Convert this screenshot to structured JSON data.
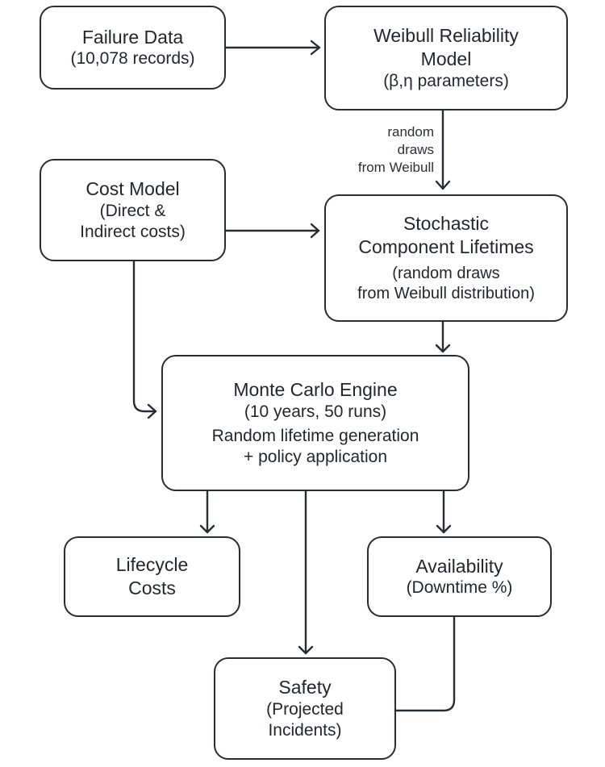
{
  "diagram": {
    "type": "flowchart",
    "colors": {
      "stroke": "#262d35",
      "text": "#1f262e",
      "background": "#ffffff"
    },
    "nodes": {
      "failure_data": {
        "title": "Failure Data",
        "subtitle": "(10,078 records)"
      },
      "weibull_model": {
        "title_line1": "Weibull Reliability",
        "title_line2": "Model",
        "subtitle": "(β,η parameters)"
      },
      "cost_model": {
        "title": "Cost Model",
        "subtitle_line1": "(Direct &",
        "subtitle_line2": "Indirect costs)"
      },
      "stochastic_lifetimes": {
        "title_line1": "Stochastic",
        "title_line2": "Component Lifetimes",
        "subtitle_line1": "(random draws",
        "subtitle_line2": "from Weibull distribution)"
      },
      "monte_carlo_engine": {
        "title": "Monte Carlo Engine",
        "subtitle": "(10 years, 50 runs)",
        "detail_line1": "Random lifetime generation",
        "detail_line2": "+ policy application"
      },
      "lifecycle_costs": {
        "title_line1": "Lifecycle",
        "title_line2": "Costs"
      },
      "availability": {
        "title": "Availability",
        "subtitle": "(Downtime %)"
      },
      "safety": {
        "title": "Safety",
        "subtitle_line1": "(Projected",
        "subtitle_line2": "Incidents)"
      }
    },
    "edges": [
      {
        "from": "failure_data",
        "to": "weibull_model",
        "label": ""
      },
      {
        "from": "weibull_model",
        "to": "stochastic_lifetimes",
        "label_lines": [
          "random",
          "draws",
          "from Weibull"
        ]
      },
      {
        "from": "cost_model",
        "to": "stochastic_lifetimes",
        "label": ""
      },
      {
        "from": "cost_model",
        "to": "monte_carlo_engine",
        "label": ""
      },
      {
        "from": "stochastic_lifetimes",
        "to": "monte_carlo_engine",
        "label": ""
      },
      {
        "from": "monte_carlo_engine",
        "to": "lifecycle_costs",
        "label": ""
      },
      {
        "from": "monte_carlo_engine",
        "to": "availability",
        "label": ""
      },
      {
        "from": "monte_carlo_engine",
        "to": "safety",
        "label": ""
      },
      {
        "from": "availability",
        "to": "safety",
        "label": ""
      }
    ]
  }
}
